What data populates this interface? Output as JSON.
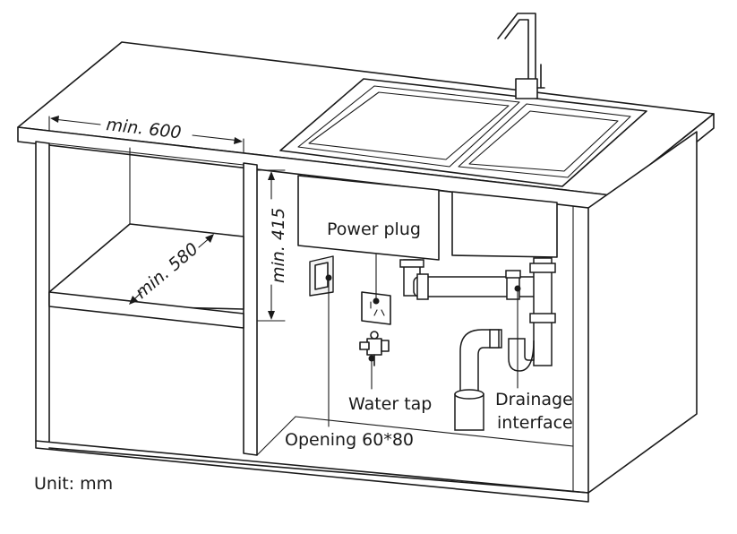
{
  "dimensions": {
    "width_label": "min. 600",
    "height_label": "min. 415",
    "depth_label": "min. 580"
  },
  "callouts": {
    "power_plug": "Power plug",
    "water_tap": "Water tap",
    "drainage_line1": "Drainage",
    "drainage_line2": "interface",
    "opening": "Opening 60*80"
  },
  "unit_note": "Unit: mm"
}
